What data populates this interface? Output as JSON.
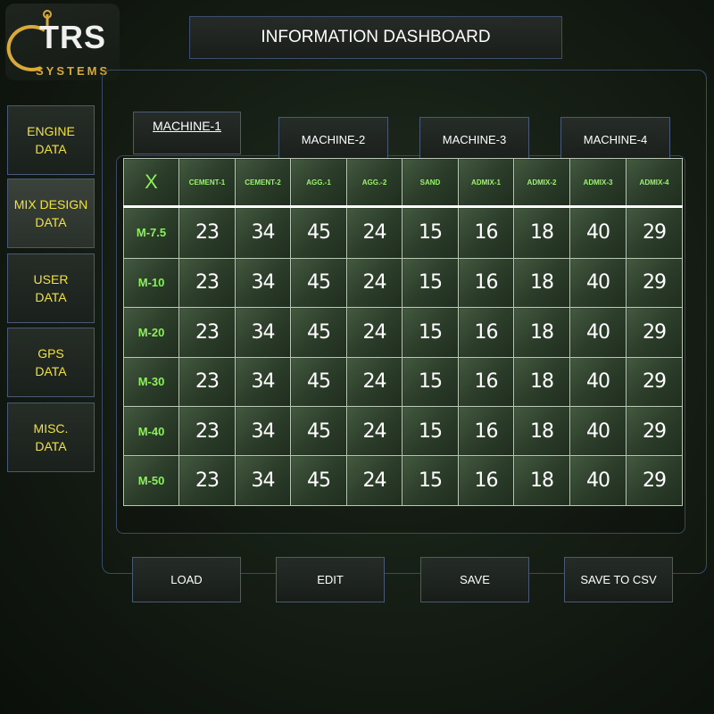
{
  "logo": {
    "brand": "TRS",
    "tagline": "SYSTEMS"
  },
  "header": {
    "title": "INFORMATION DASHBOARD"
  },
  "sidebar": {
    "items": [
      {
        "label": "ENGINE\nDATA"
      },
      {
        "label": "MIX DESIGN\nDATA"
      },
      {
        "label": "USER\nDATA"
      },
      {
        "label": "GPS\nDATA"
      },
      {
        "label": "MISC.\nDATA"
      }
    ]
  },
  "tabs": [
    {
      "label": "MACHINE-1"
    },
    {
      "label": "MACHINE-2"
    },
    {
      "label": "MACHINE-3"
    },
    {
      "label": "MACHINE-4"
    }
  ],
  "table": {
    "corner": "X",
    "columns": [
      "CEMENT-1",
      "CEMENT-2",
      "AGG.-1",
      "AGG.-2",
      "SAND",
      "ADMIX-1",
      "ADMIX-2",
      "ADMIX-3",
      "ADMIX-4"
    ],
    "rows": [
      {
        "label": "M-7.5",
        "values": [
          "23",
          "34",
          "45",
          "24",
          "15",
          "16",
          "18",
          "40",
          "29"
        ]
      },
      {
        "label": "M-10",
        "values": [
          "23",
          "34",
          "45",
          "24",
          "15",
          "16",
          "18",
          "40",
          "29"
        ]
      },
      {
        "label": "M-20",
        "values": [
          "23",
          "34",
          "45",
          "24",
          "15",
          "16",
          "18",
          "40",
          "29"
        ]
      },
      {
        "label": "M-30",
        "values": [
          "23",
          "34",
          "45",
          "24",
          "15",
          "16",
          "18",
          "40",
          "29"
        ]
      },
      {
        "label": "M-40",
        "values": [
          "23",
          "34",
          "45",
          "24",
          "15",
          "16",
          "18",
          "40",
          "29"
        ]
      },
      {
        "label": "M-50",
        "values": [
          "23",
          "34",
          "45",
          "24",
          "15",
          "16",
          "18",
          "40",
          "29"
        ]
      }
    ]
  },
  "actions": {
    "load": "LOAD",
    "edit": "EDIT",
    "save": "SAVE",
    "save_csv": "SAVE TO CSV"
  },
  "colors": {
    "accent_yellow": "#f1e23a",
    "header_green": "#9df271",
    "logo_gold": "#d9a93a",
    "border_blue": "#3e4e6c"
  }
}
